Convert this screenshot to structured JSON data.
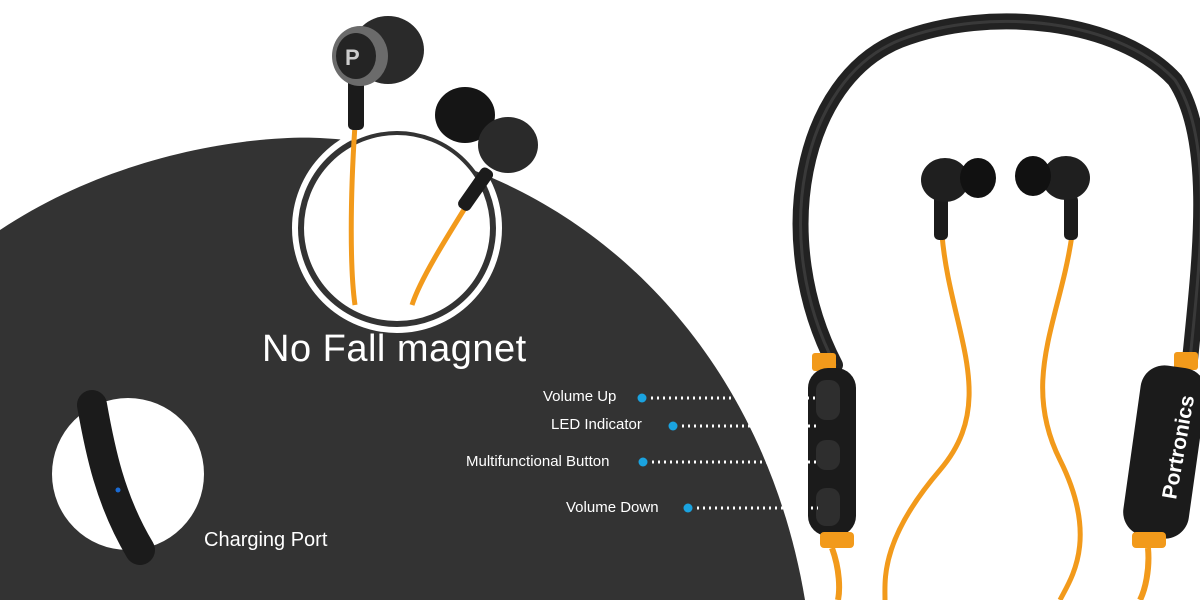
{
  "heading": "No Fall magnet",
  "charging_port_label": "Charging Port",
  "brand": "Portronics",
  "colors": {
    "dark_background": "#333333",
    "accent_orange": "#f29a1b",
    "dot_blue": "#1aa3e0",
    "earbud_black": "#1b1b1b"
  },
  "callouts": [
    {
      "label": "Volume Up"
    },
    {
      "label": "LED Indicator"
    },
    {
      "label": "Multifunctional Button"
    },
    {
      "label": "Volume Down"
    }
  ]
}
